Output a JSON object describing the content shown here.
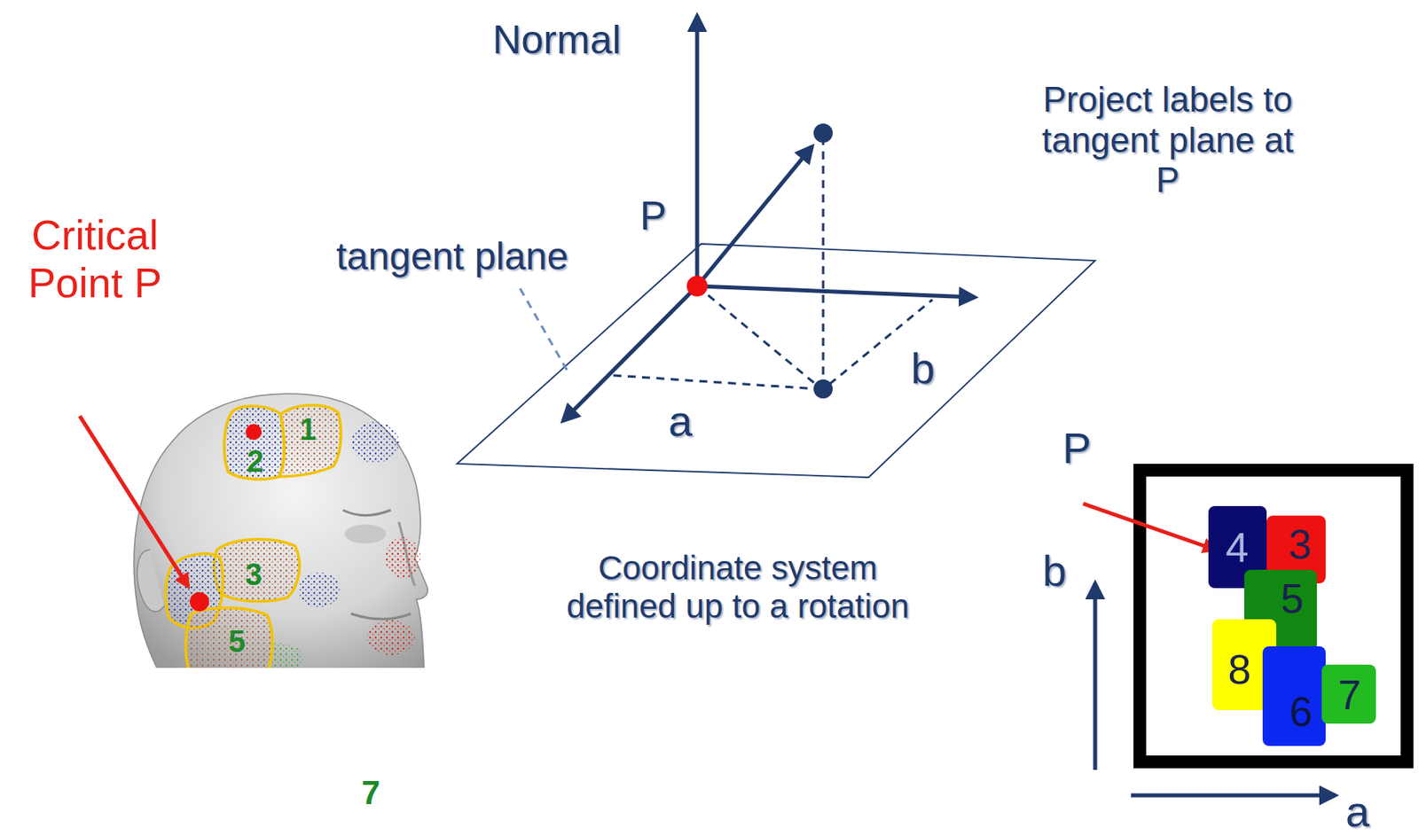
{
  "diagram": {
    "nodes": [
      {
        "text": [
          "4"
        ]
      },
      {
        "text": [
          "3"
        ]
      },
      {
        "text": [
          "5"
        ]
      },
      {
        "text": [
          "8"
        ]
      },
      {
        "text": [
          "6"
        ]
      },
      {
        "text": [
          "7"
        ]
      }
    ],
    "labels": [
      "Normal",
      "P",
      "tangent plane",
      "a",
      "b",
      "Project labels to tangent plane at P",
      "Coordinate system defined up to a rotation",
      "Critical Point P",
      "1",
      "2",
      "3",
      "5",
      "7",
      "P",
      "b",
      "a"
    ]
  }
}
